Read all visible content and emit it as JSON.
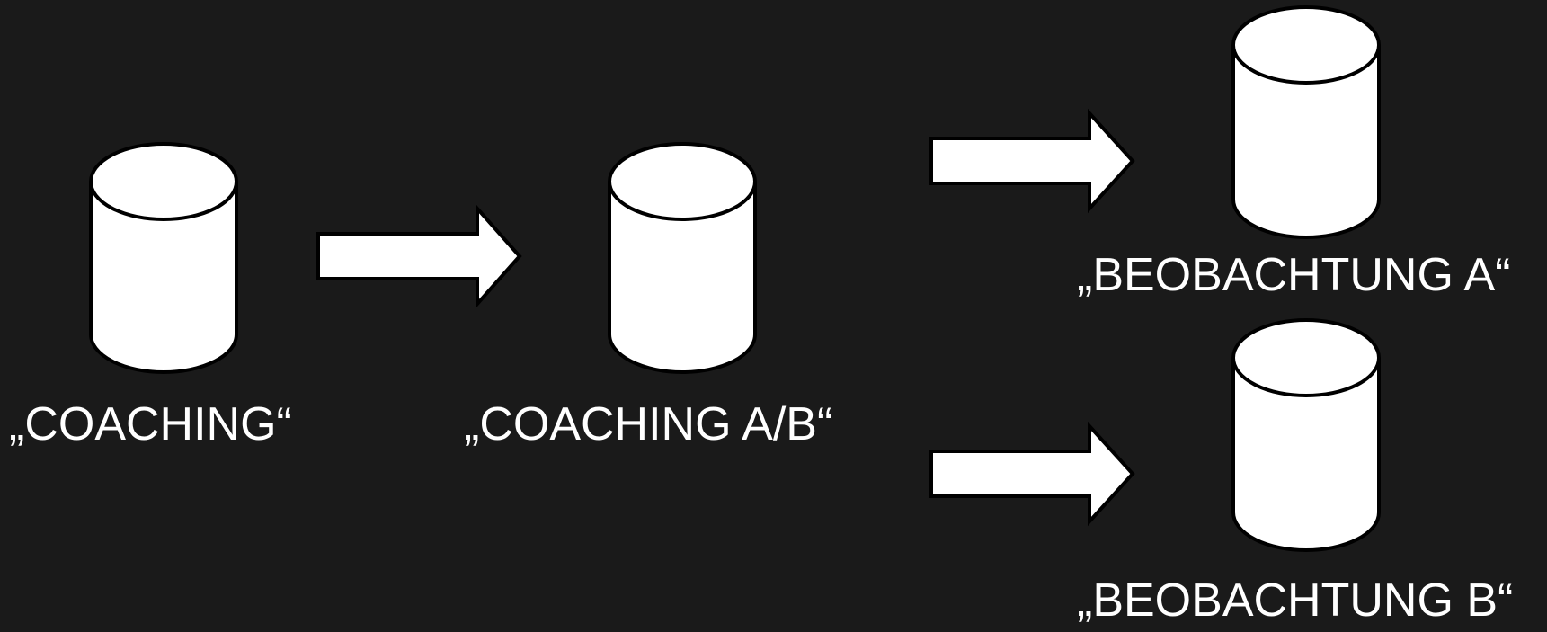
{
  "diagram": {
    "colors": {
      "background": "#1a1a1a",
      "shape_fill": "#ffffff",
      "shape_stroke": "#000000",
      "text": "#ffffff"
    },
    "nodes": [
      {
        "id": "coaching",
        "shape": "cylinder",
        "label": "„COACHING“"
      },
      {
        "id": "coaching-ab",
        "shape": "cylinder",
        "label": "„COACHING A/B“"
      },
      {
        "id": "beobachtung-a",
        "shape": "cylinder",
        "label": "„BEOBACHTUNG A“"
      },
      {
        "id": "beobachtung-b",
        "shape": "cylinder",
        "label": "„BEOBACHTUNG B“"
      }
    ],
    "edges": [
      {
        "from": "coaching",
        "to": "coaching-ab",
        "shape": "block-arrow"
      },
      {
        "from": "coaching-ab",
        "to": "beobachtung-a",
        "shape": "block-arrow"
      },
      {
        "from": "coaching-ab",
        "to": "beobachtung-b",
        "shape": "block-arrow"
      }
    ]
  }
}
